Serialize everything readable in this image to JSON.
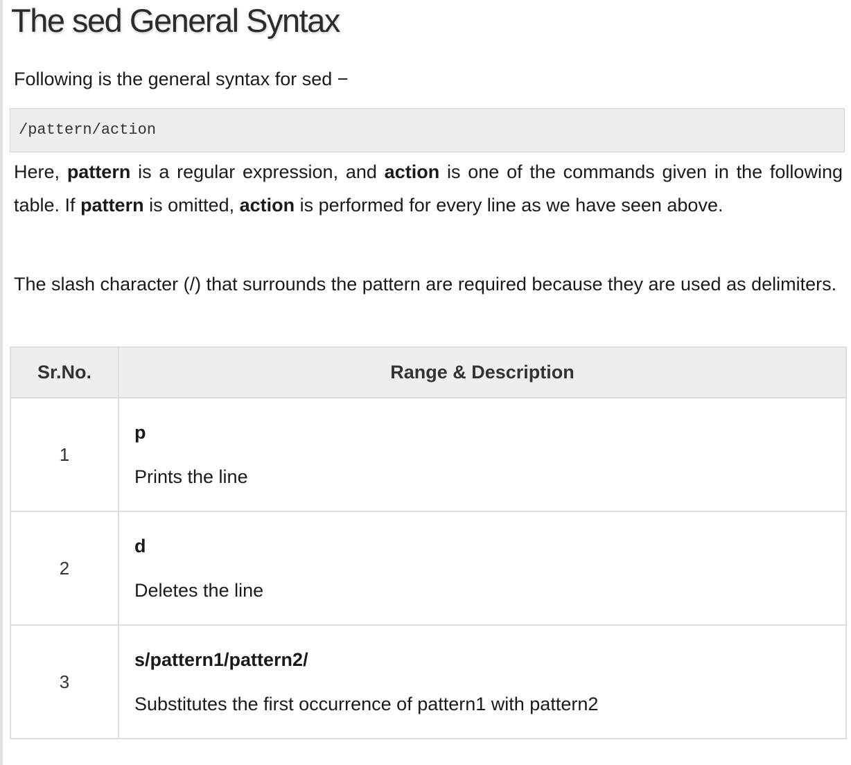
{
  "heading": "The sed General Syntax",
  "intro": "Following is the general syntax for sed −",
  "code": "/pattern/action",
  "paragraph1": {
    "t1": "Here, ",
    "b1": "pattern",
    "t2": " is a regular expression, and ",
    "b2": "action",
    "t3": " is one of the commands given in the following table. If ",
    "b3": "pattern",
    "t4": " is omitted, ",
    "b4": "action",
    "t5": " is performed for every line as we have seen above."
  },
  "paragraph2": "The slash character (/) that surrounds the pattern are required because they are used as delimiters.",
  "table": {
    "headers": [
      "Sr.No.",
      "Range & Description"
    ],
    "rows": [
      {
        "num": "1",
        "command": "p",
        "description": "Prints the line"
      },
      {
        "num": "2",
        "command": "d",
        "description": "Deletes the line"
      },
      {
        "num": "3",
        "command": "s/pattern1/pattern2/",
        "description": "Substitutes the first occurrence of pattern1 with pattern2"
      }
    ]
  }
}
